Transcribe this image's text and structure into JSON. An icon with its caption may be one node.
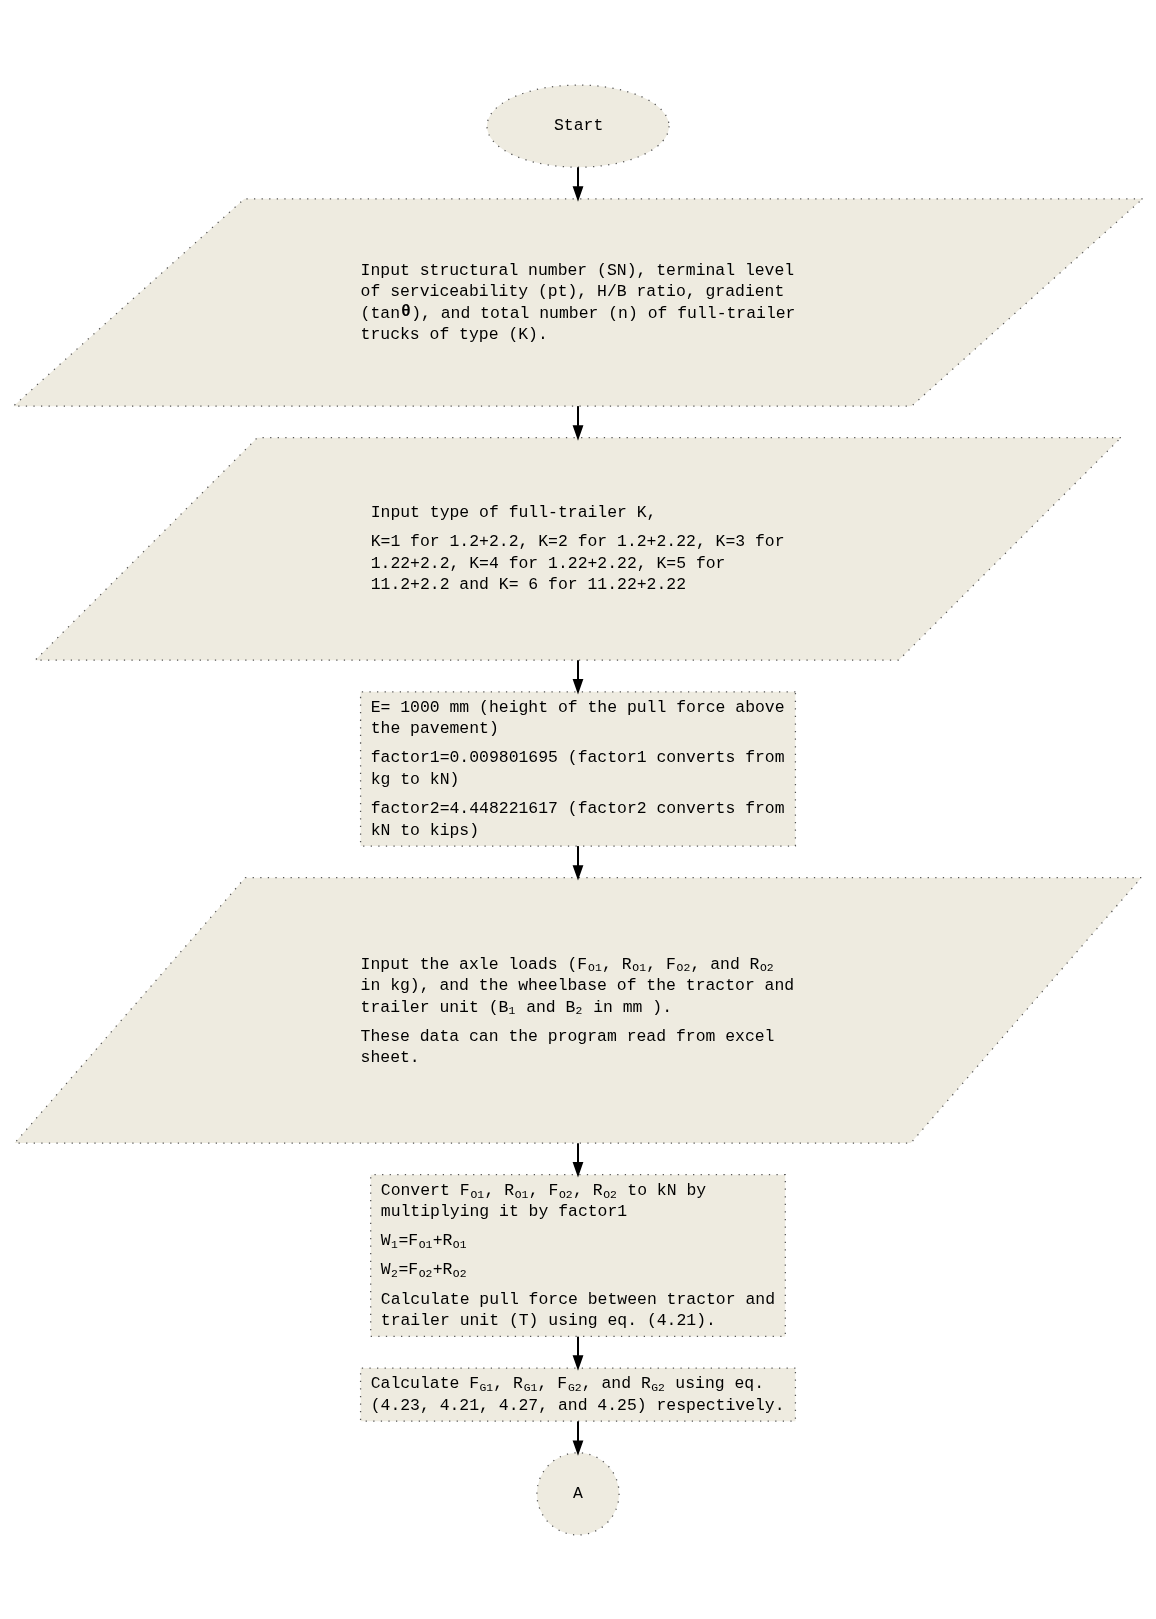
{
  "diagram": {
    "nodes": [
      {
        "text": [
          "Start"
        ]
      },
      {
        "text": [
          "Input structural number (SN), terminal level of serviceability (pt), H/B ratio, gradient (tan**θ**), and total number (n) of full-trailer trucks of type (K)."
        ]
      },
      {
        "text": [
          "Input type of full-trailer K,",
          "K=1 for 1.2+2.2, K=2 for 1.2+2.22, K=3 for 1.22+2.2, K=4 for 1.22+2.22, K=5 for 11.2+2.2 and K= 6 for 11.22+2.22"
        ]
      },
      {
        "text": [
          "E= 1000 mm (height of the pull force above the pavement)",
          "factor1=0.009801695 (factor1 converts from kg to kN)",
          "factor2=4.448221617 (factor2 converts from kN to kips)"
        ]
      },
      {
        "text": [
          "Input the axle loads (F$_{O1}$, R$_{O1}$, F$_{O2}$, and R$_{O2}$ in kg), and the wheelbase of the tractor and trailer unit (B$_{1}$ and B$_{2}$ in mm ).",
          "These data can the program read from excel sheet."
        ]
      },
      {
        "text": [
          "Convert F$_{O1}$, R$_{O1}$, F$_{O2}$, R$_{O2}$ to kN by multiplying it by factor1",
          "W$_{1}$=F$_{O1}$+R$_{O1}$",
          "W$_{2}$=F$_{O2}$+R$_{O2}$",
          "Calculate pull force between tractor and trailer unit (T) using eq. (4.21)."
        ]
      },
      {
        "text": [
          "Calculate F$_{G1}$, R$_{G1}$, F$_{G2}$, and R$_{G2}$ using eq. (4.23, 4.21, 4.27, and 4.25) respectively."
        ]
      },
      {
        "text": [
          "A"
        ]
      }
    ],
    "edges": [
      {
        "from": 0,
        "to": 1,
        "arrow": "to"
      },
      {
        "from": 1,
        "to": 2,
        "arrow": "to"
      },
      {
        "from": 2,
        "to": 3,
        "arrow": "to"
      },
      {
        "from": 3,
        "to": 4,
        "arrow": "to"
      },
      {
        "from": 4,
        "to": 5,
        "arrow": "to"
      },
      {
        "from": 5,
        "to": 6,
        "arrow": "to"
      },
      {
        "from": 6,
        "to": 7,
        "arrow": "to"
      }
    ]
  }
}
